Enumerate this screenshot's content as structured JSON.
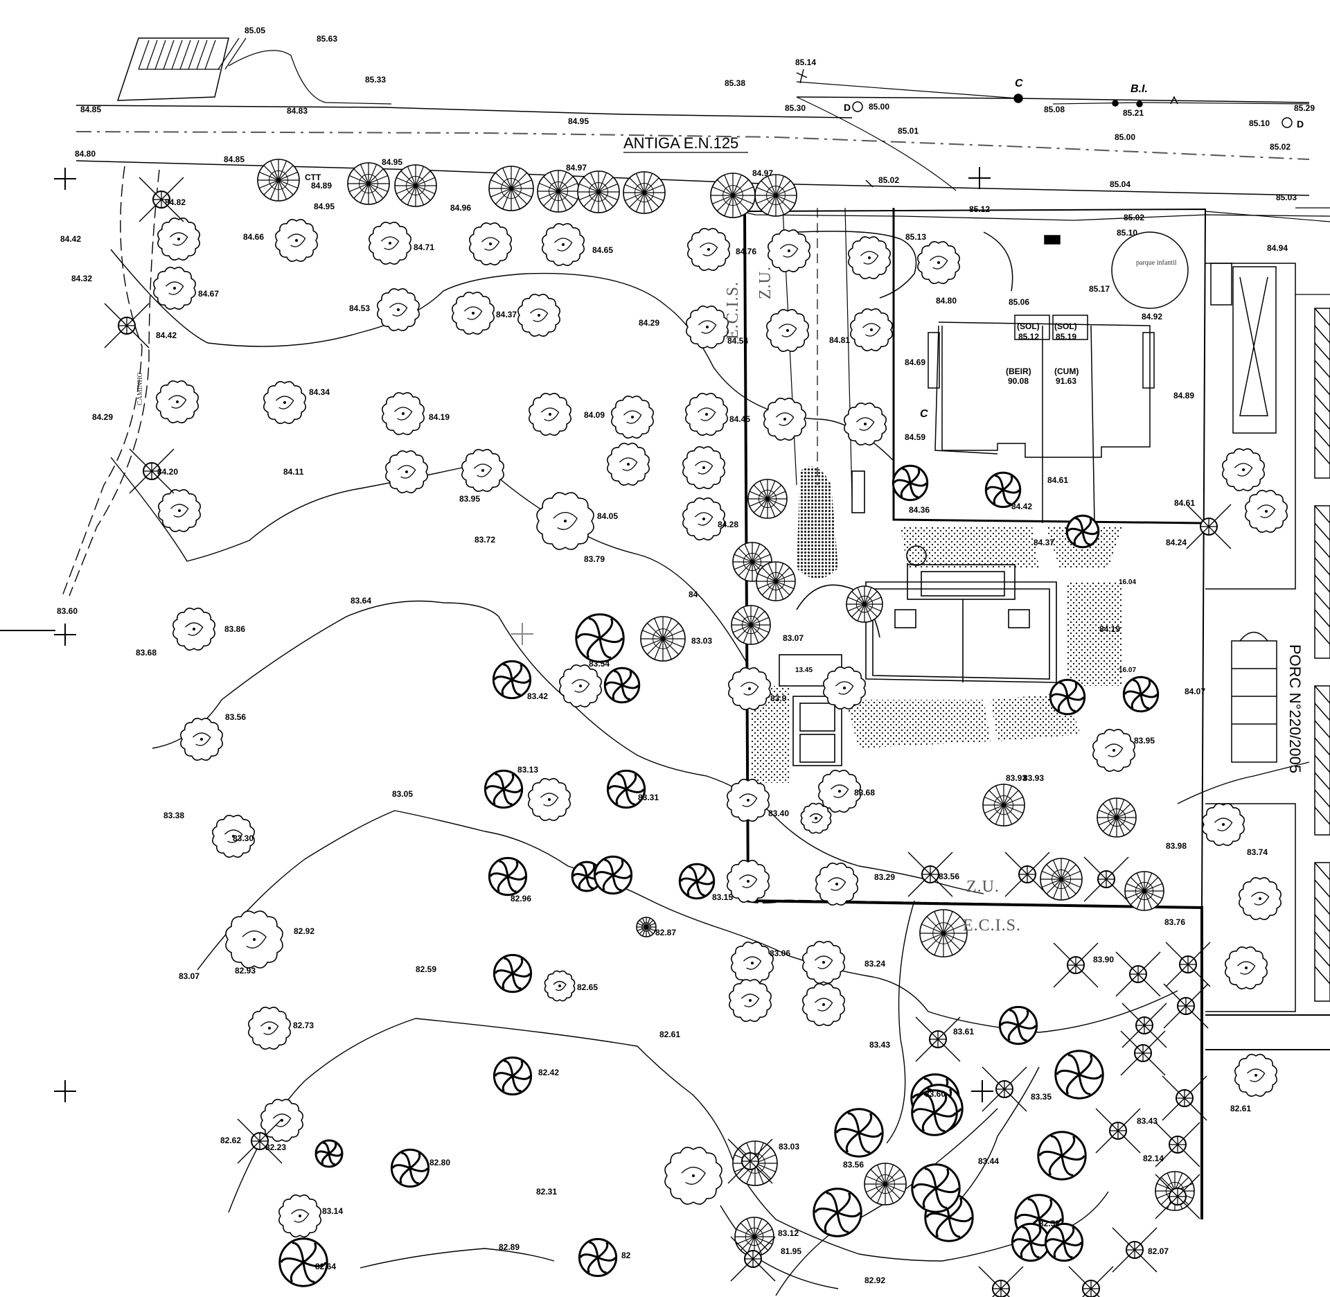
{
  "road_label": "ANTIGA E.N.125",
  "parcel_label": "PORC N°220/2005",
  "zone_top_left": "Z.U.",
  "zone_top_right": "E.C.I.S.",
  "zone_bottom_left": "Z.U.",
  "zone_bottom_right": "E.C.I.S.",
  "path_label": "CAMINHO",
  "playground_label": "parque infantil",
  "ctt_label": "CTT",
  "symbols": {
    "bi": "B.I.",
    "c": "C",
    "d": "D"
  },
  "building": {
    "rooms": [
      {
        "code": "(SOL)",
        "value": "85.12"
      },
      {
        "code": "(SOL)",
        "value": "85.19"
      },
      {
        "code": "(BEIR)",
        "value": "90.08"
      },
      {
        "code": "(CUM)",
        "value": "91.63"
      }
    ],
    "dims": [
      "16.04",
      "16.07",
      "13.45"
    ]
  },
  "markers": [
    {
      "label": "85.05"
    },
    {
      "label": "85.63"
    },
    {
      "label": "85.33"
    },
    {
      "label": "84.85"
    },
    {
      "label": "84.83"
    },
    {
      "label": "84.95"
    },
    {
      "label": "85.14"
    },
    {
      "label": "85.38"
    },
    {
      "label": "85.30"
    },
    {
      "label": "85.00"
    },
    {
      "label": "85.01"
    },
    {
      "label": "85.08"
    },
    {
      "label": "85.21"
    },
    {
      "label": "85.00"
    },
    {
      "label": "85.10"
    },
    {
      "label": "85.29"
    },
    {
      "label": "85.02"
    },
    {
      "label": "84.80"
    },
    {
      "label": "84.85"
    },
    {
      "label": "84.89"
    },
    {
      "label": "84.95"
    },
    {
      "label": "84.95"
    },
    {
      "label": "84.96"
    },
    {
      "label": "84.97"
    },
    {
      "label": "84.97"
    },
    {
      "label": "85.02"
    },
    {
      "label": "85.04"
    },
    {
      "label": "85.03"
    },
    {
      "label": "85.12"
    },
    {
      "label": "85.02"
    },
    {
      "label": "85.10"
    },
    {
      "label": "84.94"
    },
    {
      "label": "84.82"
    },
    {
      "label": "84.66"
    },
    {
      "label": "84.71"
    },
    {
      "label": "84.65"
    },
    {
      "label": "84.76"
    },
    {
      "label": "85.13"
    },
    {
      "label": "84.42"
    },
    {
      "label": "84.32"
    },
    {
      "label": "84.67"
    },
    {
      "label": "84.53"
    },
    {
      "label": "84.37"
    },
    {
      "label": "84.29"
    },
    {
      "label": "84.54"
    },
    {
      "label": "84.81"
    },
    {
      "label": "84.80"
    },
    {
      "label": "85.06"
    },
    {
      "label": "85.17"
    },
    {
      "label": "84.92"
    },
    {
      "label": "84.42"
    },
    {
      "label": "84.29"
    },
    {
      "label": "84.34"
    },
    {
      "label": "84.19"
    },
    {
      "label": "84.09"
    },
    {
      "label": "84.45"
    },
    {
      "label": "84.69"
    },
    {
      "label": "84.59"
    },
    {
      "label": "84.89"
    },
    {
      "label": "84.20"
    },
    {
      "label": "84.11"
    },
    {
      "label": "83.95"
    },
    {
      "label": "84.05"
    },
    {
      "label": "83.72"
    },
    {
      "label": "84.28"
    },
    {
      "label": "84.36"
    },
    {
      "label": "84.42"
    },
    {
      "label": "84.61"
    },
    {
      "label": "84.61"
    },
    {
      "label": "84.37"
    },
    {
      "label": "84.24"
    },
    {
      "label": "83.79"
    },
    {
      "label": "84"
    },
    {
      "label": "83.60"
    },
    {
      "label": "83.64"
    },
    {
      "label": "83.86"
    },
    {
      "label": "83.68"
    },
    {
      "label": "83.03"
    },
    {
      "label": "83.07"
    },
    {
      "label": "84.19"
    },
    {
      "label": "83.54"
    },
    {
      "label": "83.42"
    },
    {
      "label": "83.9"
    },
    {
      "label": "84.07"
    },
    {
      "label": "83.56"
    },
    {
      "label": "83.95"
    },
    {
      "label": "83.93"
    },
    {
      "label": "83.13"
    },
    {
      "label": "83.05"
    },
    {
      "label": "83.31"
    },
    {
      "label": "83.40"
    },
    {
      "label": "83.68"
    },
    {
      "label": "83.93"
    },
    {
      "label": "83.38"
    },
    {
      "label": "83.30"
    },
    {
      "label": "83.98"
    },
    {
      "label": "83.74"
    },
    {
      "label": "82.96"
    },
    {
      "label": "83.15"
    },
    {
      "label": "83.29"
    },
    {
      "label": "83.56"
    },
    {
      "label": "83.76"
    },
    {
      "label": "82.92"
    },
    {
      "label": "82.87"
    },
    {
      "label": "83.07"
    },
    {
      "label": "82.93"
    },
    {
      "label": "82.59"
    },
    {
      "label": "82.65"
    },
    {
      "label": "83.06"
    },
    {
      "label": "83.24"
    },
    {
      "label": "83.90"
    },
    {
      "label": "82.73"
    },
    {
      "label": "82.61"
    },
    {
      "label": "83.61"
    },
    {
      "label": "83.43"
    },
    {
      "label": "82.42"
    },
    {
      "label": "83.60"
    },
    {
      "label": "83.35"
    },
    {
      "label": "82.61"
    },
    {
      "label": "82.62"
    },
    {
      "label": "82.23"
    },
    {
      "label": "82.80"
    },
    {
      "label": "83.03"
    },
    {
      "label": "83.56"
    },
    {
      "label": "83.43"
    },
    {
      "label": "83.44"
    },
    {
      "label": "82.14"
    },
    {
      "label": "82.31"
    },
    {
      "label": "83.14"
    },
    {
      "label": "82.58"
    },
    {
      "label": "83.12"
    },
    {
      "label": "82.07"
    },
    {
      "label": "81.95"
    },
    {
      "label": "82"
    },
    {
      "label": "82.64"
    },
    {
      "label": "82.89"
    },
    {
      "label": "82.92"
    }
  ]
}
